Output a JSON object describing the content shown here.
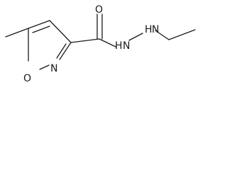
{
  "molecule": {
    "atoms": {
      "carbonyl_oxygen": "O",
      "hydrazide_n1": "N",
      "hydrazide_n1_h": "H",
      "hydrazide_n2": "N",
      "hydrazide_n2_h": "H",
      "ring_nitrogen": "N",
      "ring_oxygen": "O"
    },
    "colors": {
      "ink": "#1a1a1a",
      "background": "#ffffff"
    }
  }
}
